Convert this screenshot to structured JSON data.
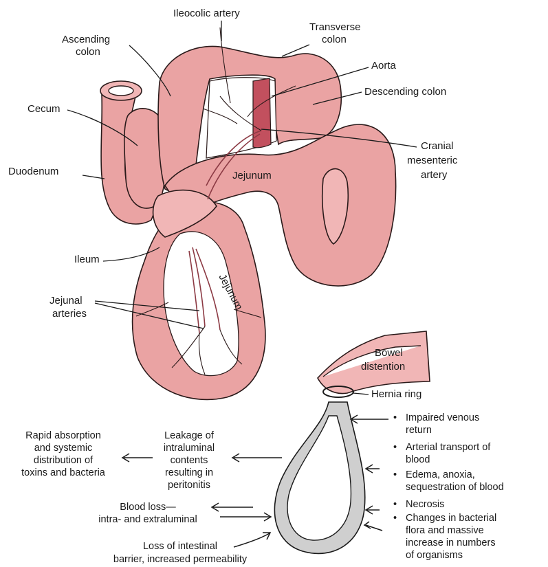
{
  "labels": {
    "ileocolic_artery": "Ileocolic artery",
    "transverse_colon_1": "Transverse",
    "transverse_colon_2": "colon",
    "ascending_colon_1": "Ascending",
    "ascending_colon_2": "colon",
    "aorta": "Aorta",
    "descending_colon": "Descending colon",
    "cecum": "Cecum",
    "cranial_mesenteric_1": "Cranial",
    "cranial_mesenteric_2": "mesenteric",
    "cranial_mesenteric_3": "artery",
    "duodenum": "Duodenum",
    "jejunum_upper": "Jejunum",
    "ileum": "Ileum",
    "jejunum_lower": "Jejunum",
    "jejunal_arteries_1": "Jejunal",
    "jejunal_arteries_2": "arteries",
    "bowel_distention_1": "Bowel",
    "bowel_distention_2": "distention",
    "hernia_ring": "Hernia ring"
  },
  "effects_left": {
    "rapid_absorption": [
      "Rapid absorption",
      "and systemic",
      "distribution of",
      "toxins and bacteria"
    ],
    "leakage": [
      "Leakage of",
      "intraluminal",
      "contents",
      "resulting in",
      "peritonitis"
    ],
    "blood_loss": [
      "Blood loss—",
      "intra- and extraluminal"
    ],
    "loss_barrier": [
      "Loss of intestinal",
      "barrier, increased permeability"
    ]
  },
  "effects_right": [
    {
      "bullet": "•",
      "lines": [
        "Impaired venous",
        "return"
      ]
    },
    {
      "bullet": "•",
      "lines": [
        "Arterial transport of",
        "blood"
      ]
    },
    {
      "bullet": "•",
      "lines": [
        "Edema, anoxia,",
        "sequestration of blood"
      ]
    },
    {
      "bullet": "•",
      "lines": [
        "Necrosis"
      ]
    },
    {
      "bullet": "•",
      "lines": [
        "Changes in bacterial",
        "flora and massive",
        "increase in numbers",
        "of organisms"
      ]
    }
  ],
  "colors": {
    "intestine": "#eaa3a3",
    "aorta": "#c2505e",
    "strangulated_loop": "#cfcfcf",
    "outline": "#1a1a1a"
  }
}
